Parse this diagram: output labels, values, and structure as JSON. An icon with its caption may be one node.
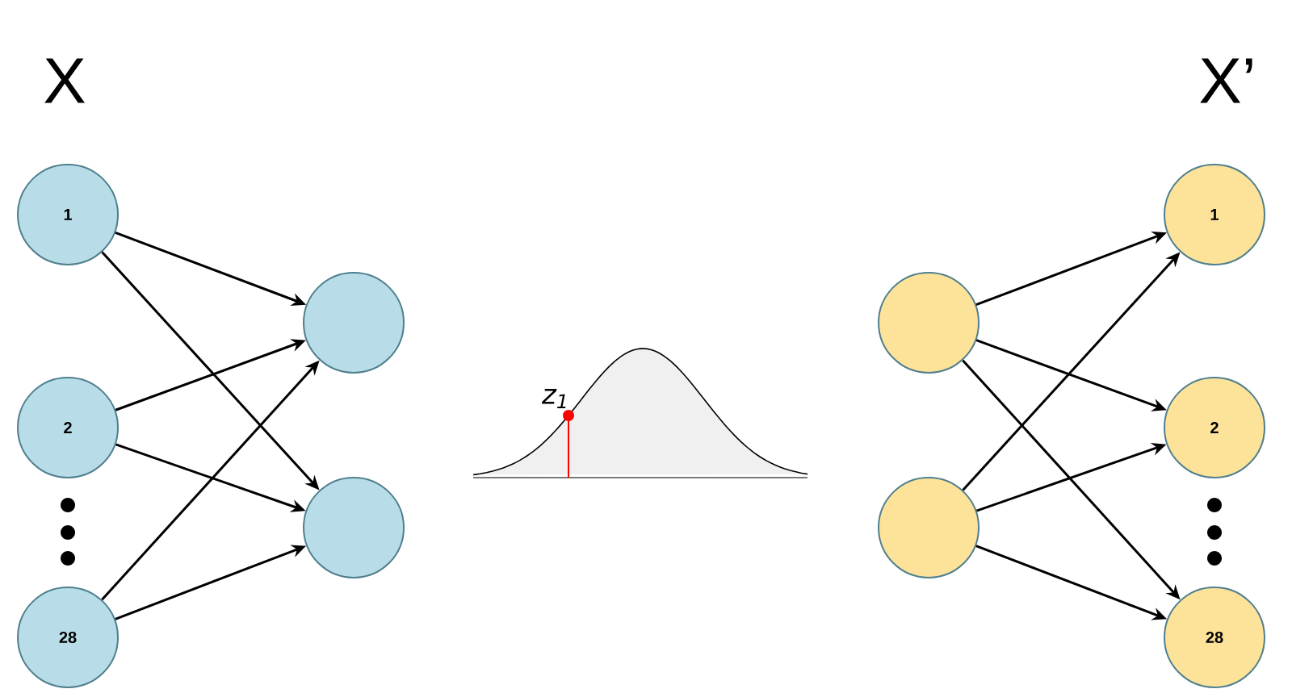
{
  "diagram": {
    "nodes": [
      {
        "text": [
          "1"
        ]
      },
      {
        "text": [
          "2"
        ]
      },
      {
        "text": [
          "28"
        ]
      },
      {
        "text": [],
        "shape": "circle"
      },
      {
        "text": [],
        "shape": "circle"
      },
      {
        "text": [],
        "shape": "circle"
      },
      {
        "text": [],
        "shape": "circle"
      },
      {
        "text": [
          "1"
        ]
      },
      {
        "text": [
          "2"
        ]
      },
      {
        "text": [
          "28"
        ]
      }
    ],
    "edges": [
      {
        "from": 0,
        "to": 3,
        "arrow": "to"
      },
      {
        "from": 0,
        "to": 4,
        "arrow": "to"
      },
      {
        "from": 1,
        "to": 3,
        "arrow": "to"
      },
      {
        "from": 1,
        "to": 4,
        "arrow": "to"
      },
      {
        "from": 2,
        "to": 3,
        "arrow": "to"
      },
      {
        "from": 2,
        "to": 4,
        "arrow": "to"
      },
      {
        "from": 5,
        "to": 7,
        "arrow": "to"
      },
      {
        "from": 5,
        "to": 8,
        "arrow": "to"
      },
      {
        "from": 5,
        "to": 9,
        "arrow": "to"
      },
      {
        "from": 6,
        "to": 7,
        "arrow": "to"
      },
      {
        "from": 6,
        "to": 8,
        "arrow": "to"
      },
      {
        "from": 6,
        "to": 9,
        "arrow": "to"
      }
    ],
    "labels": [
      "X",
      "X’",
      "z$_{1}$"
    ]
  }
}
